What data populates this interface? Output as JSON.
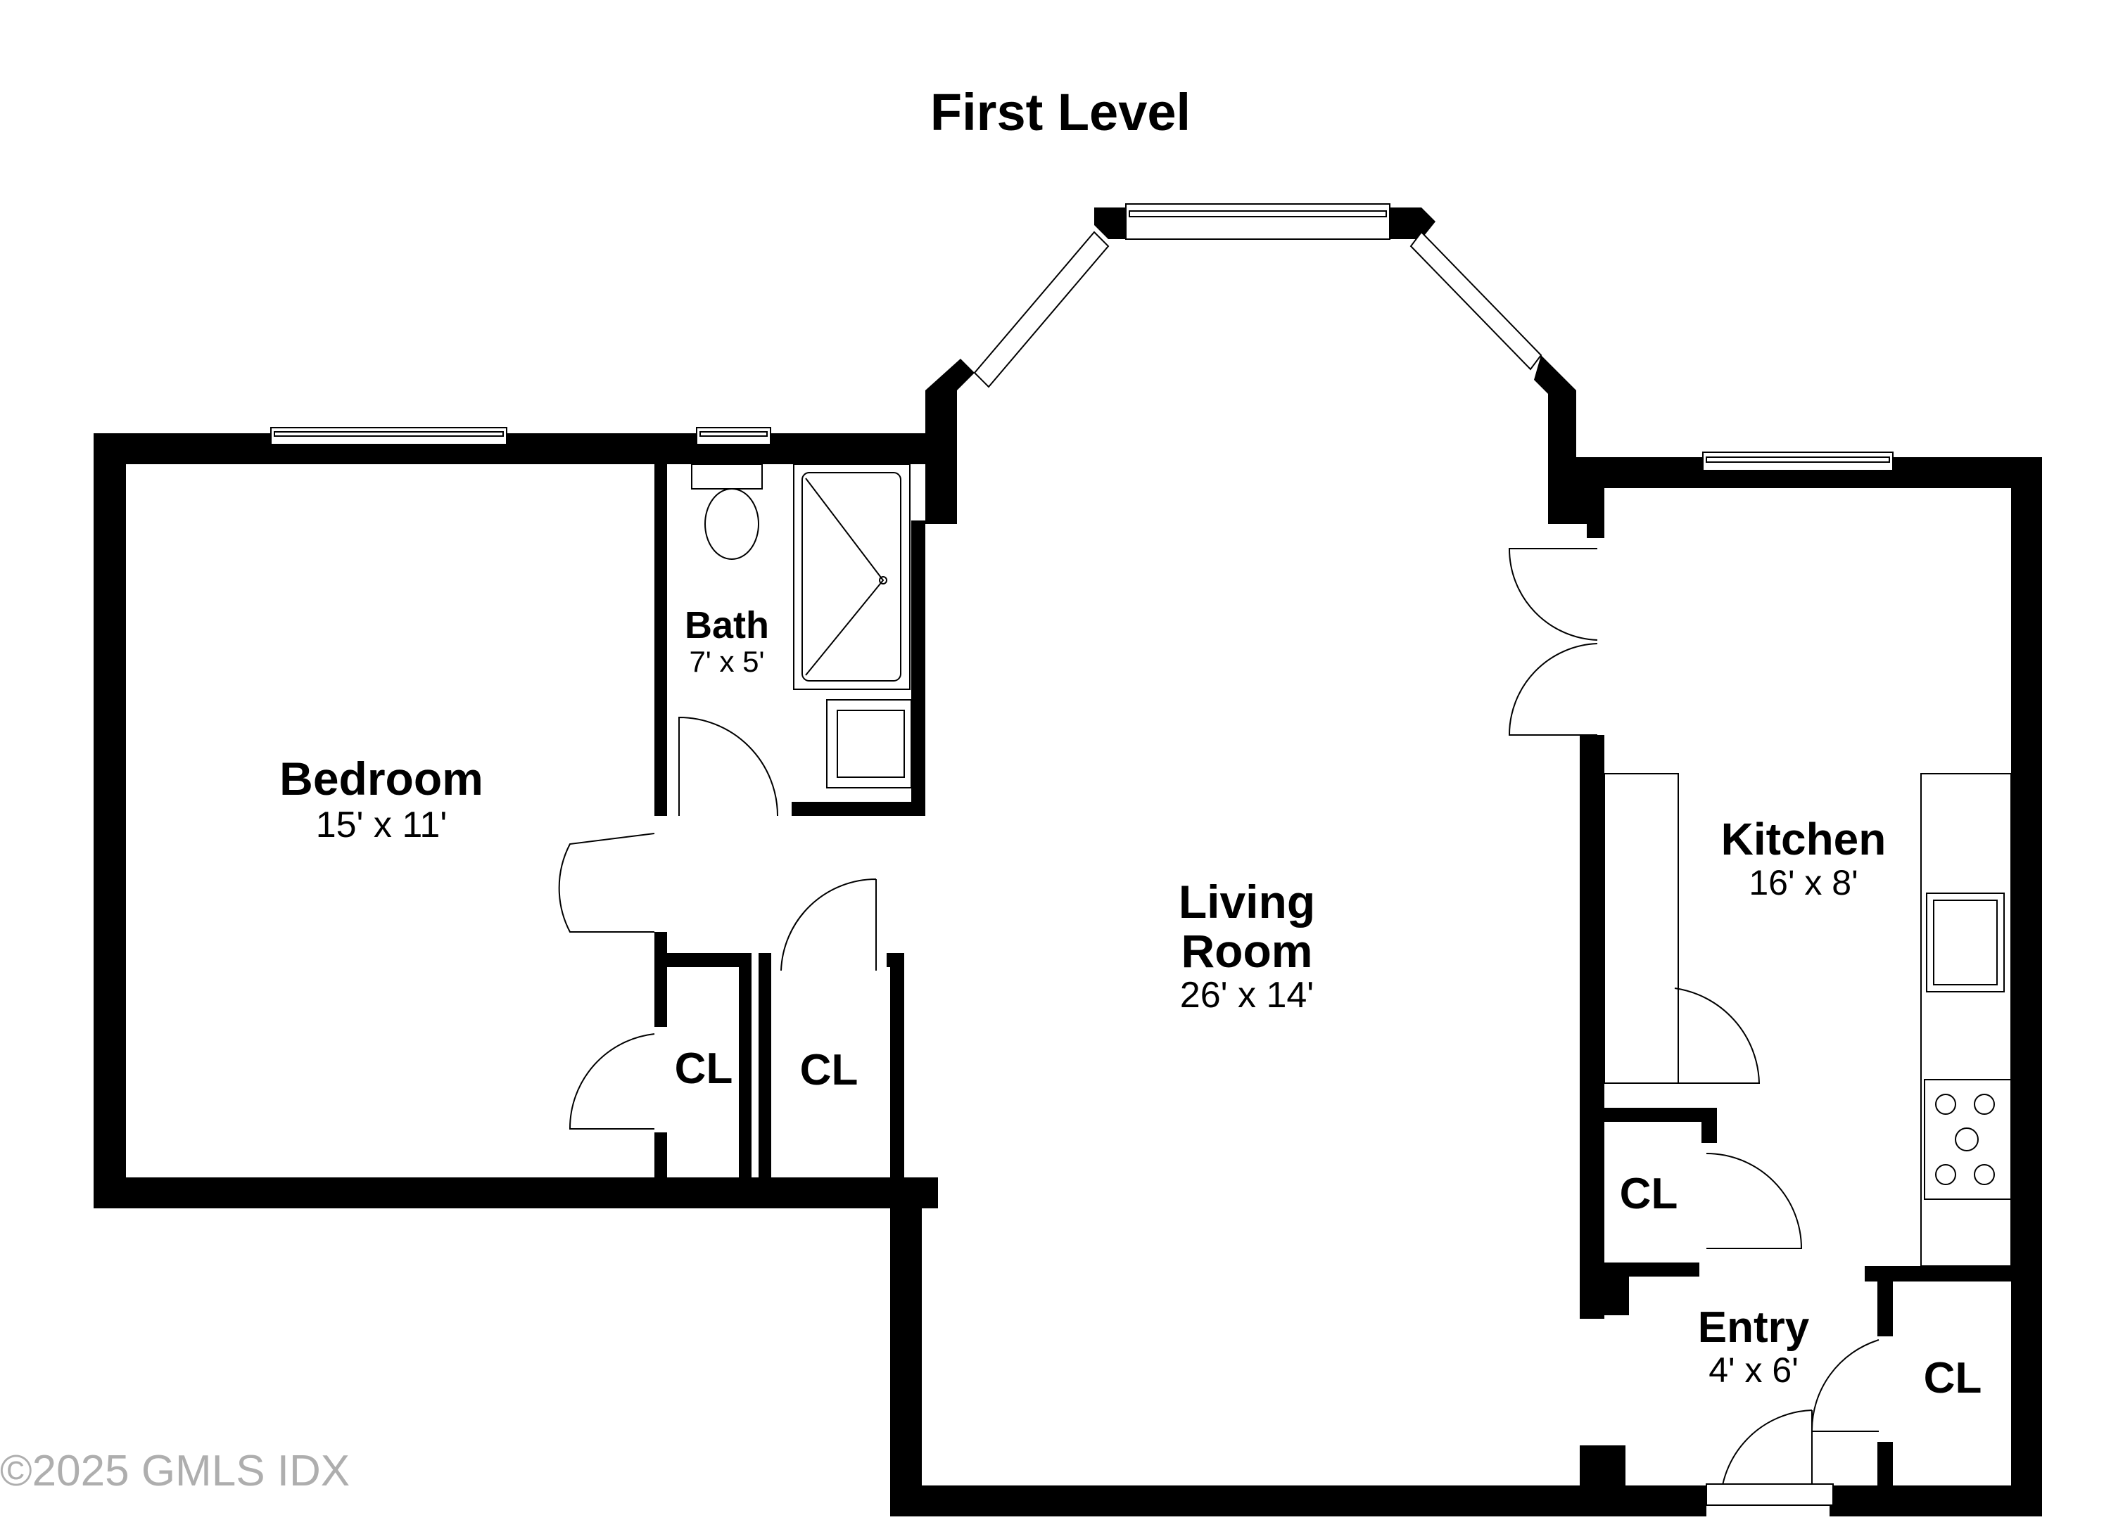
{
  "title": "First Level",
  "rooms": {
    "bedroom": {
      "name": "Bedroom",
      "dims": "15' x 11'"
    },
    "bath": {
      "name": "Bath",
      "dims": "7' x 5'"
    },
    "living_line1": "Living",
    "living_line2": "Room",
    "living_dims": "26' x 14'",
    "kitchen": {
      "name": "Kitchen",
      "dims": "16' x 8'"
    },
    "entry": {
      "name": "Entry",
      "dims": "4' x 6'"
    },
    "closet_label": "CL"
  },
  "watermark": "©2025 GMLS IDX",
  "colors": {
    "wall": "#000000",
    "background": "#ffffff",
    "watermark": "#9a9a9a"
  }
}
